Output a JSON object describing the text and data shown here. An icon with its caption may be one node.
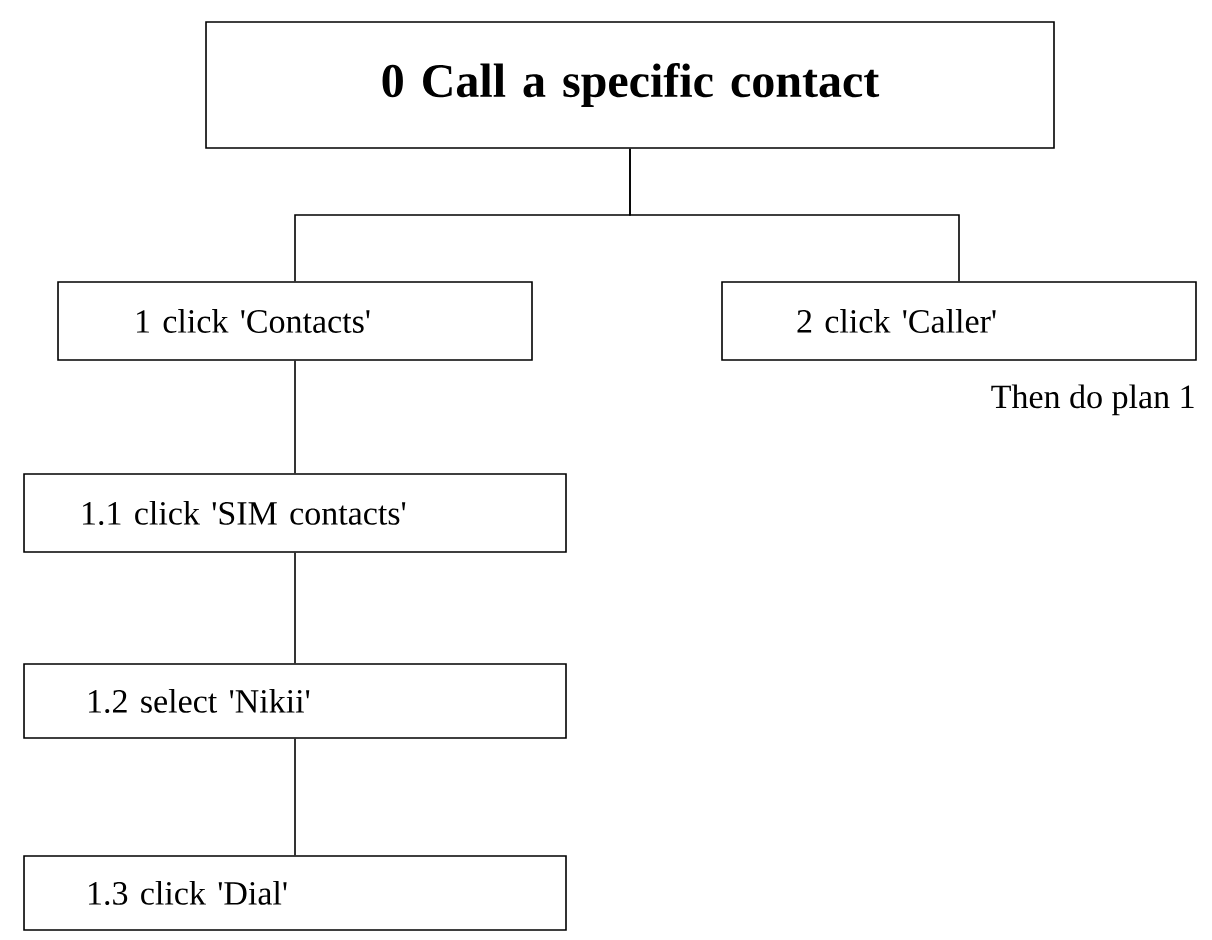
{
  "diagram": {
    "nodes": [
      {
        "text": [
          "0 Call a specific contact"
        ]
      },
      {
        "text": [
          "1 click 'Contacts'"
        ]
      },
      {
        "text": [
          "2 click 'Caller'"
        ],
        "beside": [
          "Then do plan 1"
        ]
      },
      {
        "text": [
          "1.1 click 'SIM contacts'"
        ]
      },
      {
        "text": [
          "1.2 select 'Nikii'"
        ]
      },
      {
        "text": [
          "1.3 click 'Dial'"
        ]
      }
    ],
    "edges": [
      {
        "from": 0,
        "to": 1,
        "arrow": "none"
      },
      {
        "from": 0,
        "to": 2,
        "arrow": "none"
      },
      {
        "from": 1,
        "to": 3,
        "arrow": "none"
      },
      {
        "from": 3,
        "to": 4,
        "arrow": "none"
      },
      {
        "from": 4,
        "to": 5,
        "arrow": "none"
      }
    ]
  }
}
